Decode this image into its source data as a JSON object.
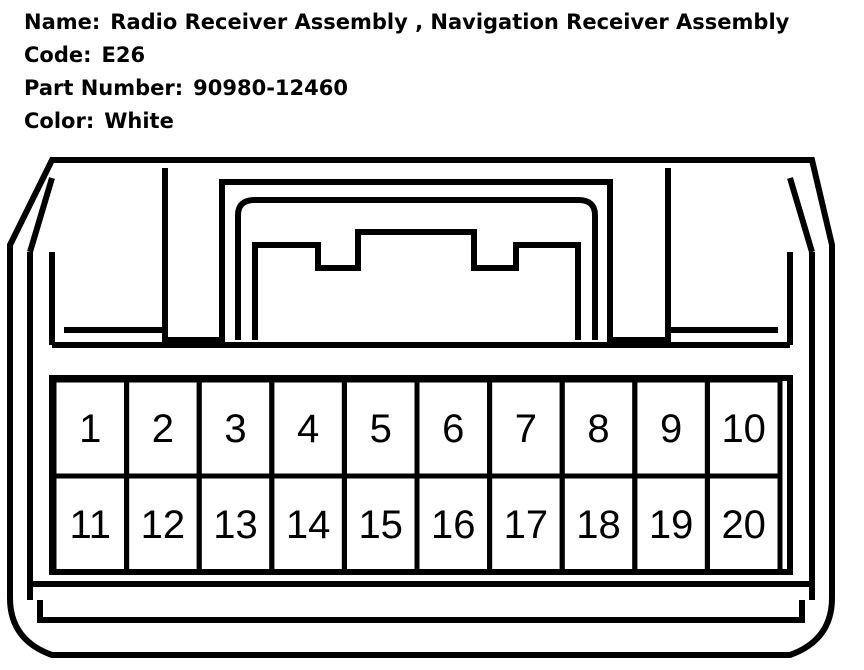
{
  "connector": {
    "name_label": "Name:",
    "name": "Radio Receiver Assembly , Navigation Receiver Assembly",
    "code_label": "Code:",
    "code": "E26",
    "part_number_label": "Part Number:",
    "part_number": "90980-12460",
    "color_label": "Color:",
    "color": "White"
  },
  "pins": {
    "top_row": [
      "1",
      "2",
      "3",
      "4",
      "5",
      "6",
      "7",
      "8",
      "9",
      "10"
    ],
    "bottom_row": [
      "11",
      "12",
      "13",
      "14",
      "15",
      "16",
      "17",
      "18",
      "19",
      "20"
    ]
  },
  "colors": {
    "line": "#000000",
    "background": "#ffffff"
  }
}
